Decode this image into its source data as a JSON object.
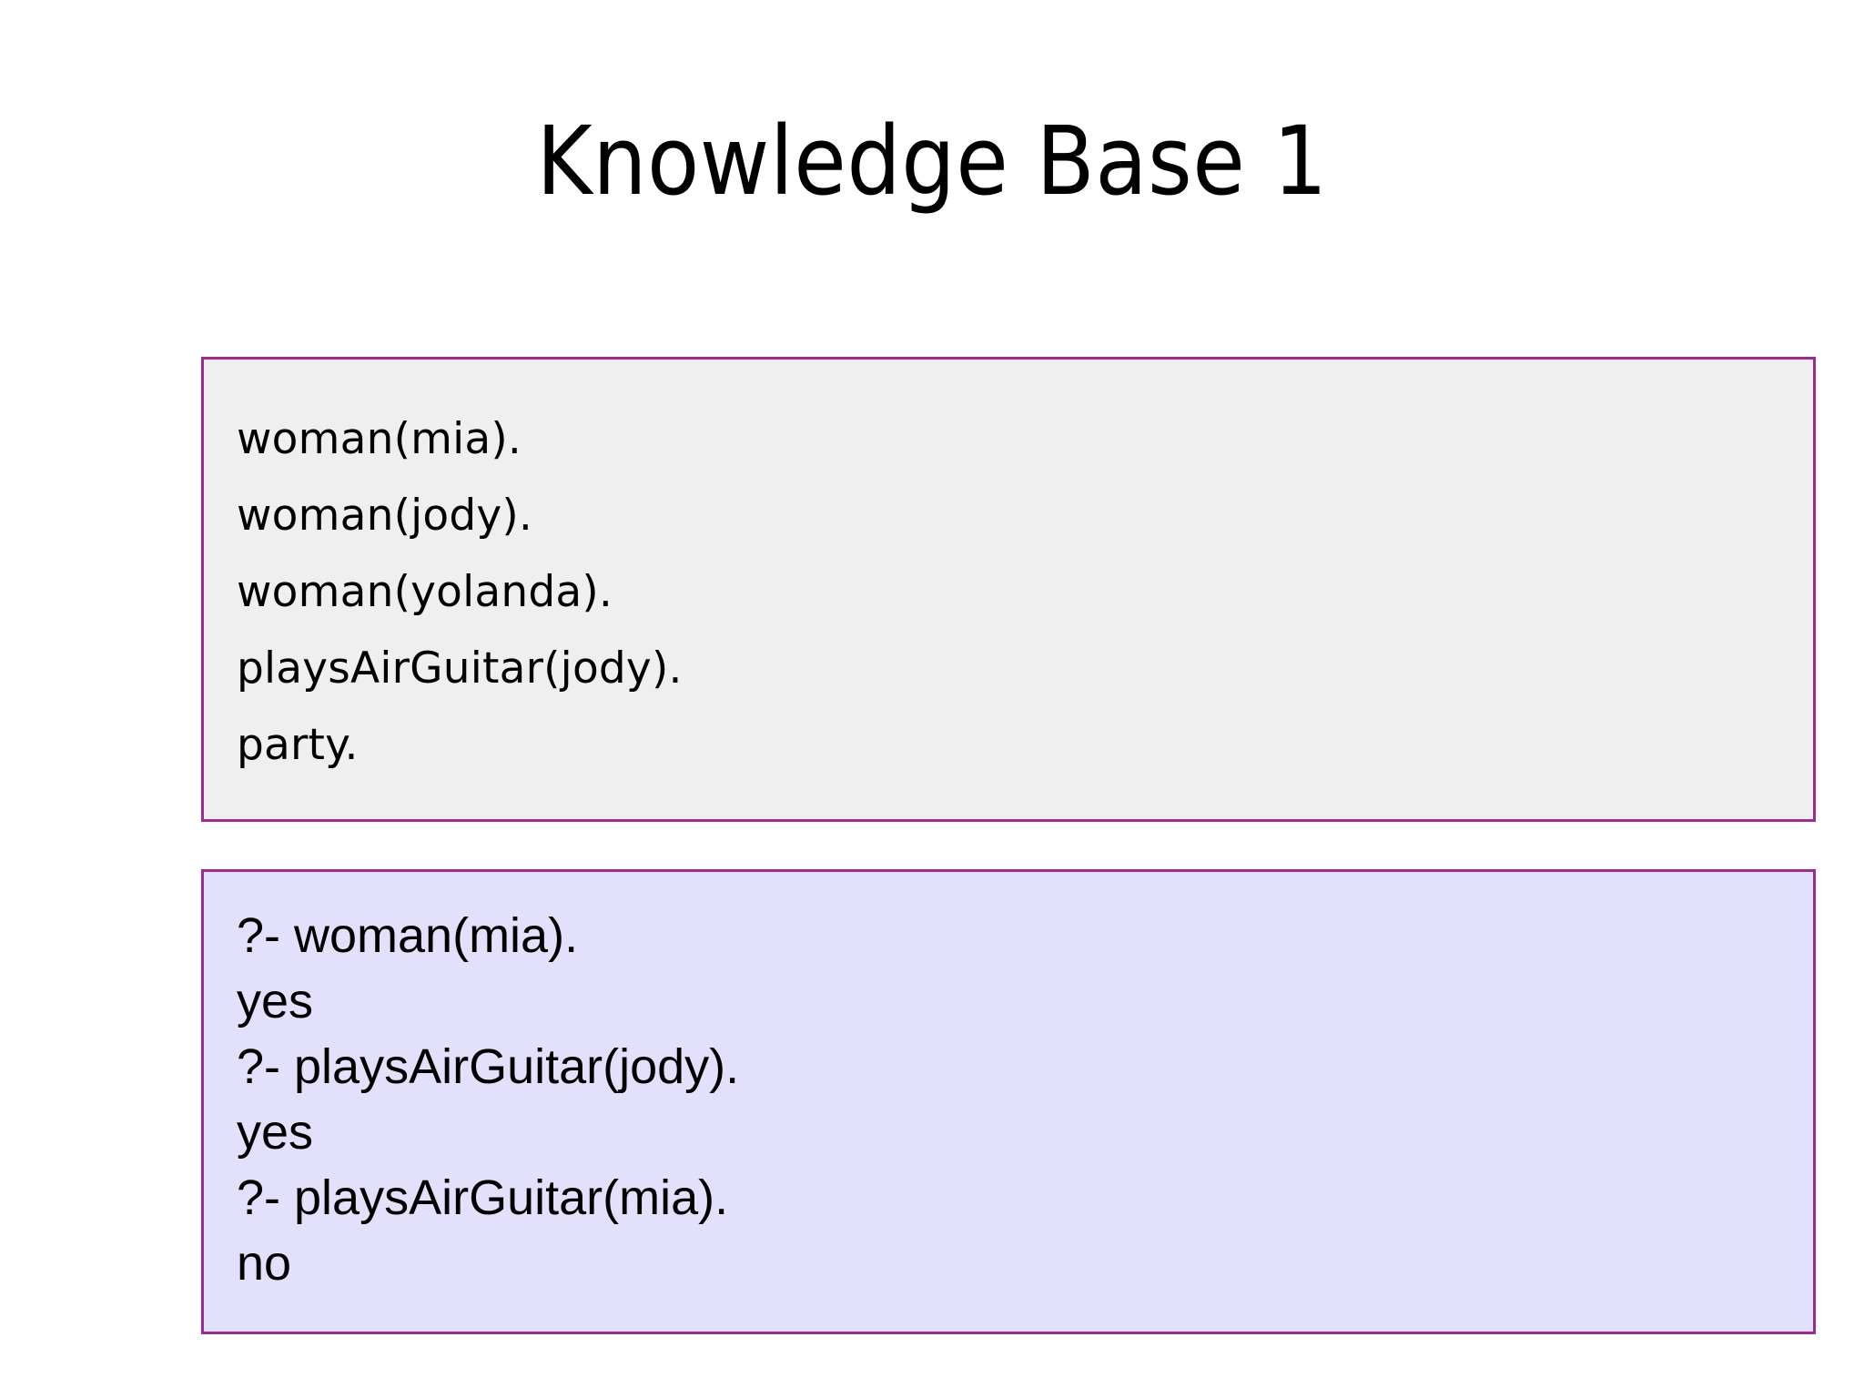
{
  "slide": {
    "title": "Knowledge Base 1",
    "background_color": "#FFFFFF"
  },
  "knowledge_base_box": {
    "name": "knowledge-base",
    "fill_color": "#EFEFEF",
    "border_color": "#9B2C94",
    "lines": [
      "woman(mia).",
      "woman(jody).",
      "woman(yolanda).",
      "playsAirGuitar(jody).",
      "party."
    ]
  },
  "query_box": {
    "name": "query-transcript",
    "fill_color": "#E2E0FA",
    "border_color": "#9B2C94",
    "lines": [
      "?- woman(mia).",
      "yes",
      "?- playsAirGuitar(jody).",
      "yes",
      "?- playsAirGuitar(mia).",
      "no"
    ]
  }
}
